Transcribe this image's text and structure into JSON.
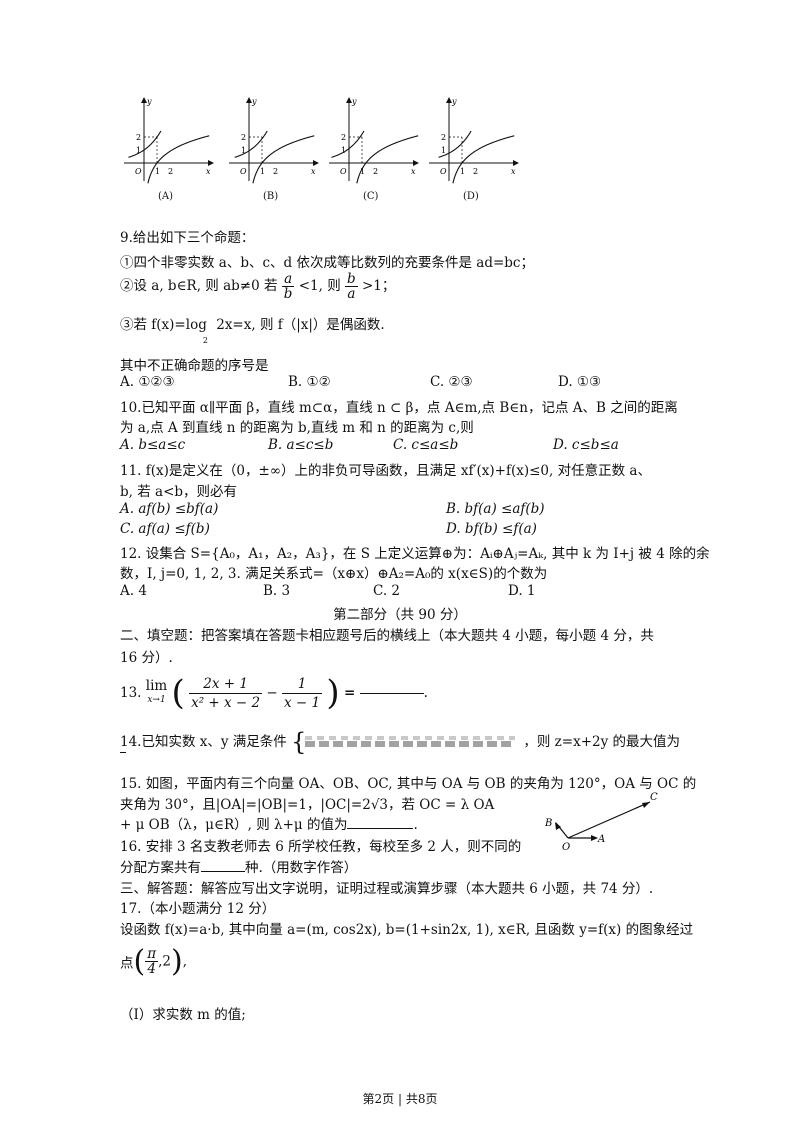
{
  "graphs": [
    {
      "label": "(A)",
      "variant": "A"
    },
    {
      "label": "(B)",
      "variant": "B"
    },
    {
      "label": "(C)",
      "variant": "C"
    },
    {
      "label": "(D)",
      "variant": "D"
    }
  ],
  "axis": {
    "x": "x",
    "y": "y",
    "o": "O",
    "one": "1",
    "two": "2"
  },
  "q9": {
    "stem": "9.给出如下三个命题：",
    "p1": "①四个非零实数 a、b、c、d 依次成等比数列的充要条件是 ad=bc；",
    "p2a": "②设 a, b∈R, 则 ab≠0 若",
    "p2frac1": {
      "n": "a",
      "d": "b"
    },
    "p2b": "<1, 则",
    "p2frac2": {
      "n": "b",
      "d": "a"
    },
    "p2c": ">1；",
    "p3": "③若 f(x)=log",
    "p3sub": "2",
    "p3b": " 2x=x, 则 f（|x|）是偶函数.",
    "ask": "其中不正确命题的序号是",
    "options": [
      "A. ①②③",
      "B. ①②",
      "C. ②③",
      "D. ①③"
    ]
  },
  "q10": {
    "l1": "10.已知平面 α∥平面 β，直线 m⊂α，直线 n ⊂ β，点 A∈m,点 B∈n，记点 A、B 之间的距离",
    "l2": "为 a,点 A 到直线 n 的距离为 b,直线 m 和 n 的距离为 c,则",
    "options": [
      "A. b≤a≤c",
      "B. a≤c≤b",
      "C.  c≤a≤b",
      "D.  c≤b≤a"
    ]
  },
  "q11": {
    "l1": "11. f(x)是定义在（0，±∞）上的非负可导函数，且满足 xf′(x)+f(x)≤0, 对任意正数 a、",
    "l2": "b, 若       a<b，则必有",
    "options": [
      "A. af(b) ≤bf(a)",
      "B. bf(a) ≤af(b)",
      "C. af(a) ≤f(b)",
      "D. bf(b) ≤f(a)"
    ]
  },
  "q12": {
    "l1": "12. 设集合 S={A₀，A₁，A₂，A₃}，在 S 上定义运算⊕为：Aᵢ⊕Aⱼ=Aₖ, 其中 k 为 I+j 被 4 除的余",
    "l2": "数，I, j=0, 1, 2, 3. 满足关系式=（x⊕x）⊕A₂=A₀的 x(x∈S)的个数为",
    "options": [
      "A. 4",
      "B. 3",
      "C. 2",
      "D. 1"
    ]
  },
  "part2": "第二部分（共 90 分）",
  "fill": {
    "l1": "二、填空题：把答案填在答题卡相应题号后的横线上（本大题共 4 小题，每小题 4 分，共",
    "l2": "16 分）."
  },
  "q13": {
    "num": "13.",
    "lim": "lim",
    "sub": "x→1",
    "f1n": "2x + 1",
    "f1d": "x² + x − 2",
    "f2n": "1",
    "f2d": "x − 1",
    "eq": "="
  },
  "q14": {
    "a": "14.已知实数 x、y 满足条件",
    "b": "，则 z=x+2y 的最大值为"
  },
  "q15": {
    "l1": "15. 如图，平面内有三个向量 OA、OB、OC, 其中与 OA 与 OB 的夹角为 120°，OA 与 OC 的",
    "l2": "夹角为 30°，且|OA|=|OB|=1，|OC|=2√3，若 OC = λ OA",
    "l3": "+ μ OB（λ，μ∈R）, 则 λ+μ 的值为",
    "pt": {
      "C": "C",
      "B": "B",
      "O": "O",
      "A": "A"
    }
  },
  "q16": {
    "l1": "16. 安排 3 名支教老师去 6 所学校任教，每校至多 2 人，则不同的",
    "l2a": "分配方案共有",
    "l2b": "种.（用数字作答）"
  },
  "sec3": "三、解答题：解答应写出文字说明，证明过程或演算步骤（本大题共 6 小题，共 74 分）.",
  "q17": {
    "head": "17.（本小题满分 12 分）",
    "l1": "设函数 f(x)=a·b, 其中向量 a=(m, cos2x), b=(1+sin2x, 1), x∈R, 且函数 y=f(x) 的图象经过",
    "pt_a": "点",
    "pt_n": "π",
    "pt_d": "4",
    "pt_b": ",2",
    "part1": "（Ⅰ）求实数 m 的值;"
  },
  "footer": "第2页 | 共8页"
}
